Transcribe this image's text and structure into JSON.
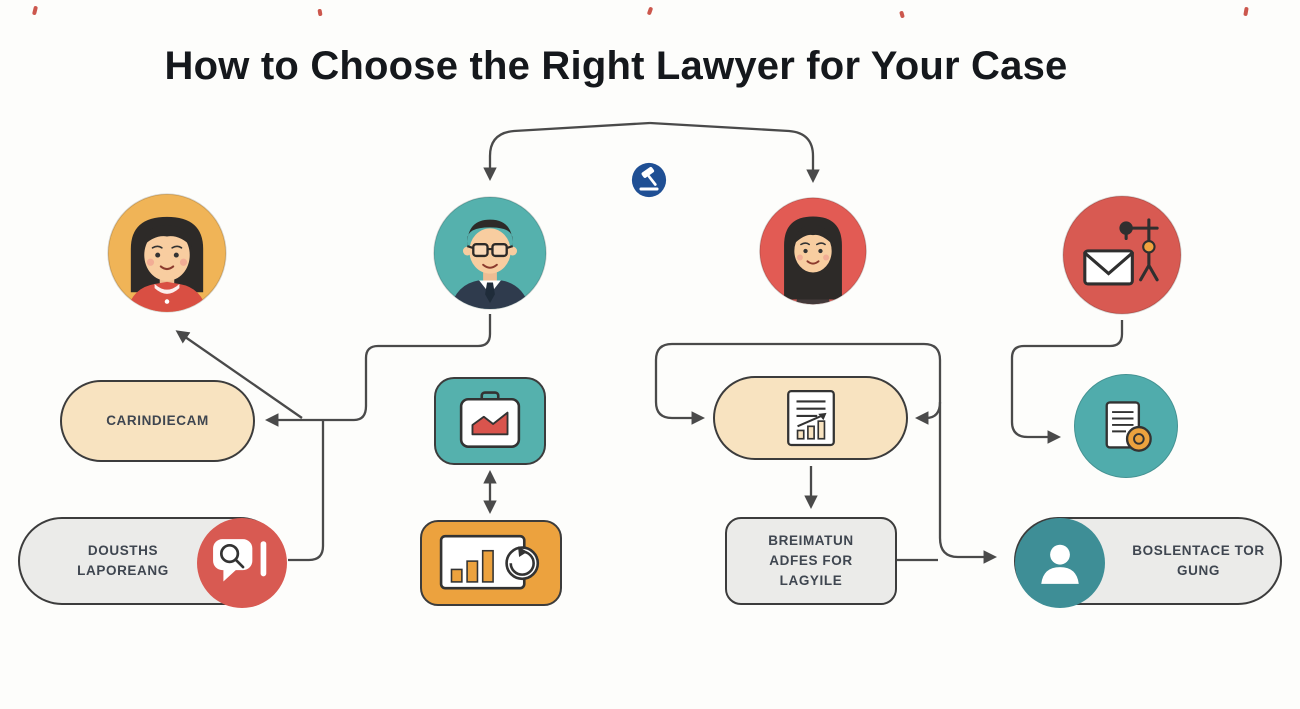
{
  "title": "How to Choose the Right Lawyer for Your Case",
  "nodes": {
    "carindiecam": "CARINDIECAM",
    "dousths": "DOUSTHS LAPOREANG",
    "breimatun": "BREIMATUN ADFES FOR LAGYILE",
    "boslentace": "BOSLENTACE TOR GUNG"
  },
  "icons": {
    "logo": "gavel-logo",
    "avatar1": "woman-avatar",
    "avatar2": "lawyer-man-glasses-avatar",
    "avatar3": "woman-long-hair-avatar",
    "avatar4": "envelope-gavel-avatar",
    "teal_tile": "briefcase-chart-icon",
    "orange_tile": "whiteboard-chart-refresh-icon",
    "cream_pill": "document-bar-chart-icon",
    "teal_circle": "certified-document-icon",
    "red_circle": "search-speech-bubble-icon",
    "person_circle": "person-icon"
  },
  "colors": {
    "background": "#fdfdfb",
    "title_text": "#15181c",
    "label_text": "#3f4650",
    "connector": "#4a4a4a",
    "yellow": "#f0b457",
    "teal": "#55b1ad",
    "coral": "#e25b54",
    "red": "#d85a52",
    "orange": "#eca23e",
    "cream": "#f8e3c0",
    "gray": "#ebebe9",
    "dark_teal": "#3e8e96",
    "logo_blue": "#1f4f94"
  }
}
